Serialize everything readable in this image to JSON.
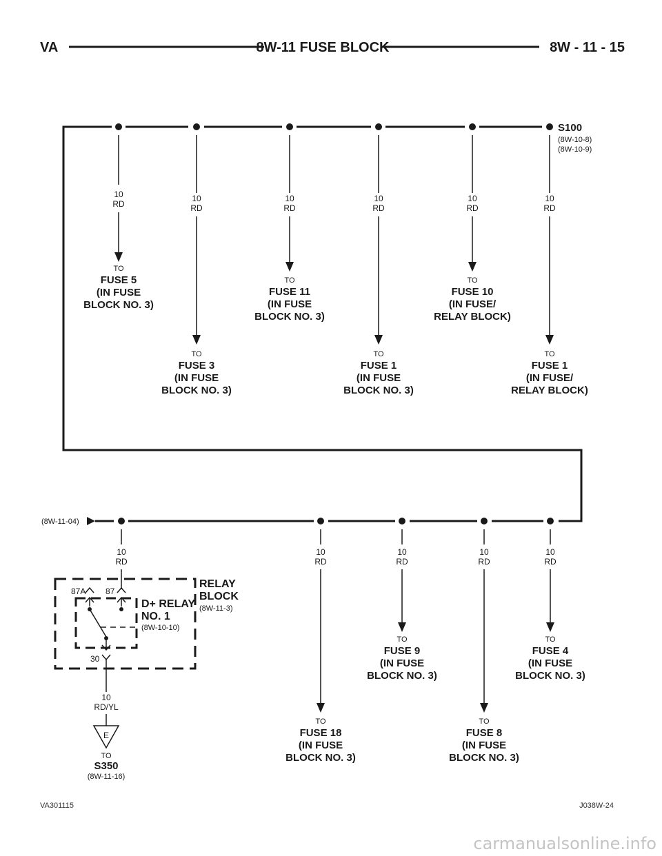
{
  "header": {
    "left": "VA",
    "title": "8W-11 FUSE BLOCK",
    "right": "8W - 11 - 15"
  },
  "splice": {
    "name": "S100",
    "refs": [
      "(8W-10-8)",
      "(8W-10-9)"
    ]
  },
  "wire_gauge": "10",
  "wire_color": "RD",
  "to": "TO",
  "top_branches": [
    {
      "label": [
        "FUSE 5",
        "(IN FUSE",
        "BLOCK NO. 3)"
      ]
    },
    {
      "label": [
        "FUSE 3",
        "(IN FUSE",
        "BLOCK NO. 3)"
      ]
    },
    {
      "label": [
        "FUSE 11",
        "(IN FUSE",
        "BLOCK NO. 3)"
      ]
    },
    {
      "label": [
        "FUSE 1",
        "(IN FUSE",
        "BLOCK NO. 3)"
      ]
    },
    {
      "label": [
        "FUSE 10",
        "(IN FUSE/",
        "RELAY BLOCK)"
      ]
    },
    {
      "label": [
        "FUSE 1",
        "(IN FUSE/",
        "RELAY BLOCK)"
      ]
    }
  ],
  "bottom_ref": "(8W-11-04)",
  "bottom_branches": [
    {
      "label": [
        "FUSE 18",
        "(IN FUSE",
        "BLOCK NO. 3)"
      ]
    },
    {
      "label": [
        "FUSE 9",
        "(IN FUSE",
        "BLOCK NO. 3)"
      ]
    },
    {
      "label": [
        "FUSE 8",
        "(IN FUSE",
        "BLOCK NO. 3)"
      ]
    },
    {
      "label": [
        "FUSE 4",
        "(IN FUSE",
        "BLOCK NO. 3)"
      ]
    }
  ],
  "relay_block": {
    "title": [
      "RELAY",
      "BLOCK"
    ],
    "ref": "(8W-11-3)"
  },
  "relay": {
    "title": [
      "D+ RELAY",
      "NO. 1"
    ],
    "ref": "(8W-10-10)",
    "pins": {
      "p87a": "87A",
      "p87": "87",
      "p30": "30"
    }
  },
  "ground_wire": {
    "gauge": "10",
    "color": "RD/YL"
  },
  "ground": {
    "symbol": "E",
    "to": "TO",
    "name": "S350",
    "ref": "(8W-11-16)"
  },
  "footer": {
    "left": "VA301115",
    "right": "J038W-24"
  },
  "watermark": "carmanualsonline.info"
}
